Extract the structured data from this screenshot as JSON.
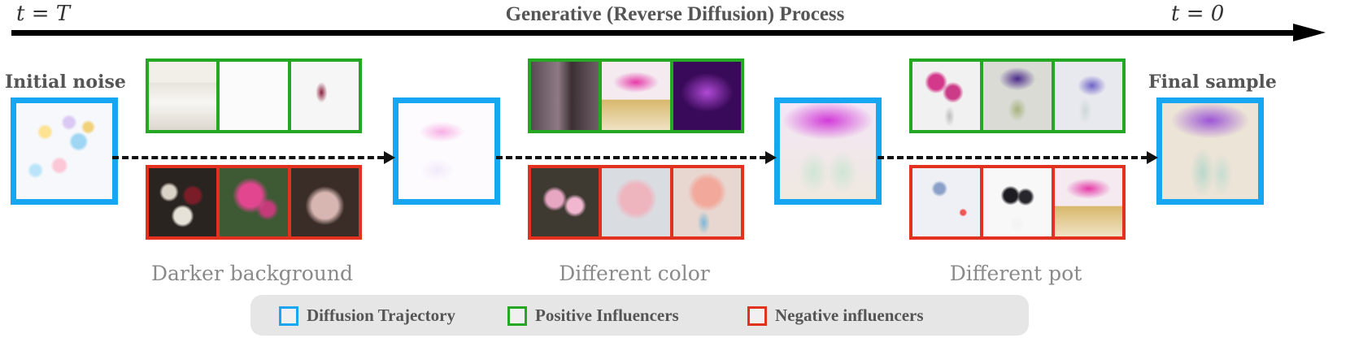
{
  "header": {
    "t_start": "t = T",
    "title": "Generative (Reverse Diffusion) Process",
    "t_end": "t = 0"
  },
  "labels": {
    "initial": "Initial noise",
    "final": "Final sample"
  },
  "captions": [
    "Darker background",
    "Different color",
    "Different pot"
  ],
  "legend": [
    {
      "label": "Diffusion Trajectory",
      "color": "#16a6f2"
    },
    {
      "label": "Positive Influencers",
      "color": "#24a722"
    },
    {
      "label": "Negative influencers",
      "color": "#e2311e"
    }
  ],
  "colors": {
    "trajectory": "#16a6f2",
    "positive": "#24a722",
    "negative": "#e2311e"
  }
}
